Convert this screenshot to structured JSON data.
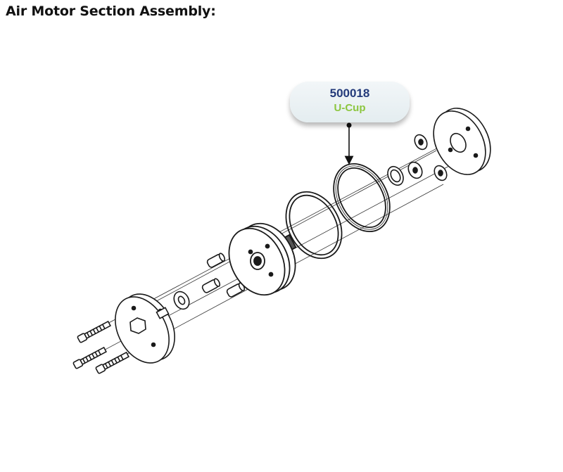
{
  "page": {
    "title": "Air Motor Section Assembly:"
  },
  "callout": {
    "part_number": "500018",
    "part_name": "U-Cup"
  },
  "colors": {
    "part_number": "#233a7a",
    "part_name": "#8cc63f",
    "callout_background": "#e8eff2",
    "line_art": "#1a1a1a"
  }
}
